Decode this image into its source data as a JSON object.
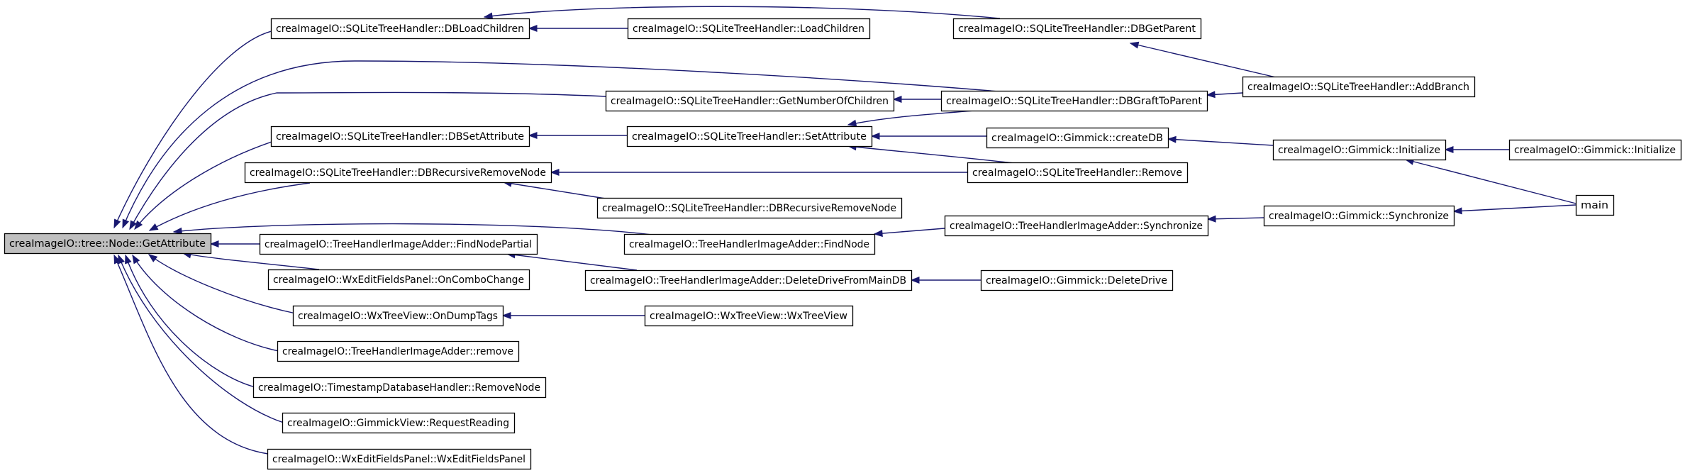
{
  "diagram": {
    "root_id": "n0",
    "nodes": [
      {
        "id": "n0",
        "label": "creaImageIO::tree::Node::GetAttribute",
        "root": true
      },
      {
        "id": "n1",
        "label": "creaImageIO::SQLiteTreeHandler::DBLoadChildren"
      },
      {
        "id": "n2",
        "label": "creaImageIO::SQLiteTreeHandler::LoadChildren"
      },
      {
        "id": "n3",
        "label": "creaImageIO::SQLiteTreeHandler::DBGetParent"
      },
      {
        "id": "n4",
        "label": "creaImageIO::SQLiteTreeHandler::GetNumberOfChildren"
      },
      {
        "id": "n5",
        "label": "creaImageIO::SQLiteTreeHandler::DBGraftToParent"
      },
      {
        "id": "n6",
        "label": "creaImageIO::SQLiteTreeHandler::AddBranch"
      },
      {
        "id": "n7",
        "label": "creaImageIO::SQLiteTreeHandler::DBSetAttribute"
      },
      {
        "id": "n8",
        "label": "creaImageIO::SQLiteTreeHandler::SetAttribute"
      },
      {
        "id": "n9",
        "label": "creaImageIO::Gimmick::createDB"
      },
      {
        "id": "n10",
        "label": "creaImageIO::Gimmick::Initialize"
      },
      {
        "id": "n11",
        "label": "creaImageIO::Gimmick::Initialize"
      },
      {
        "id": "n12",
        "label": "creaImageIO::SQLiteTreeHandler::DBRecursiveRemoveNode"
      },
      {
        "id": "n13",
        "label": "creaImageIO::SQLiteTreeHandler::Remove"
      },
      {
        "id": "n14",
        "label": "creaImageIO::SQLiteTreeHandler::DBRecursiveRemoveNode"
      },
      {
        "id": "n15",
        "label": "main"
      },
      {
        "id": "n16",
        "label": "creaImageIO::TreeHandlerImageAdder::Synchronize"
      },
      {
        "id": "n17",
        "label": "creaImageIO::Gimmick::Synchronize"
      },
      {
        "id": "n18",
        "label": "creaImageIO::TreeHandlerImageAdder::FindNodePartial"
      },
      {
        "id": "n19",
        "label": "creaImageIO::TreeHandlerImageAdder::FindNode"
      },
      {
        "id": "n20",
        "label": "creaImageIO::WxEditFieldsPanel::OnComboChange"
      },
      {
        "id": "n21",
        "label": "creaImageIO::TreeHandlerImageAdder::DeleteDriveFromMainDB"
      },
      {
        "id": "n22",
        "label": "creaImageIO::Gimmick::DeleteDrive"
      },
      {
        "id": "n23",
        "label": "creaImageIO::WxTreeView::OnDumpTags"
      },
      {
        "id": "n24",
        "label": "creaImageIO::WxTreeView::WxTreeView"
      },
      {
        "id": "n25",
        "label": "creaImageIO::TreeHandlerImageAdder::remove"
      },
      {
        "id": "n26",
        "label": "creaImageIO::TimestampDatabaseHandler::RemoveNode"
      },
      {
        "id": "n27",
        "label": "creaImageIO::GimmickView::RequestReading"
      },
      {
        "id": "n28",
        "label": "creaImageIO::WxEditFieldsPanel::WxEditFieldsPanel"
      }
    ],
    "edges": [
      {
        "from": "n1",
        "to": "n0"
      },
      {
        "from": "n5",
        "to": "n0"
      },
      {
        "from": "n4",
        "to": "n0"
      },
      {
        "from": "n7",
        "to": "n0"
      },
      {
        "from": "n12",
        "to": "n0"
      },
      {
        "from": "n19",
        "to": "n0"
      },
      {
        "from": "n18",
        "to": "n0"
      },
      {
        "from": "n20",
        "to": "n0"
      },
      {
        "from": "n23",
        "to": "n0"
      },
      {
        "from": "n25",
        "to": "n0"
      },
      {
        "from": "n26",
        "to": "n0"
      },
      {
        "from": "n27",
        "to": "n0"
      },
      {
        "from": "n28",
        "to": "n0"
      },
      {
        "from": "n2",
        "to": "n1"
      },
      {
        "from": "n3",
        "to": "n1"
      },
      {
        "from": "n6",
        "to": "n3"
      },
      {
        "from": "n6",
        "to": "n5"
      },
      {
        "from": "n5",
        "to": "n4"
      },
      {
        "from": "n8",
        "to": "n7"
      },
      {
        "from": "n5",
        "to": "n8"
      },
      {
        "from": "n9",
        "to": "n8"
      },
      {
        "from": "n13",
        "to": "n8"
      },
      {
        "from": "n10",
        "to": "n9"
      },
      {
        "from": "n11",
        "to": "n10"
      },
      {
        "from": "n15",
        "to": "n10"
      },
      {
        "from": "n13",
        "to": "n12"
      },
      {
        "from": "n14",
        "to": "n12"
      },
      {
        "from": "n16",
        "to": "n19"
      },
      {
        "from": "n17",
        "to": "n16"
      },
      {
        "from": "n15",
        "to": "n17"
      },
      {
        "from": "n21",
        "to": "n18"
      },
      {
        "from": "n22",
        "to": "n21"
      },
      {
        "from": "n24",
        "to": "n23"
      }
    ]
  }
}
